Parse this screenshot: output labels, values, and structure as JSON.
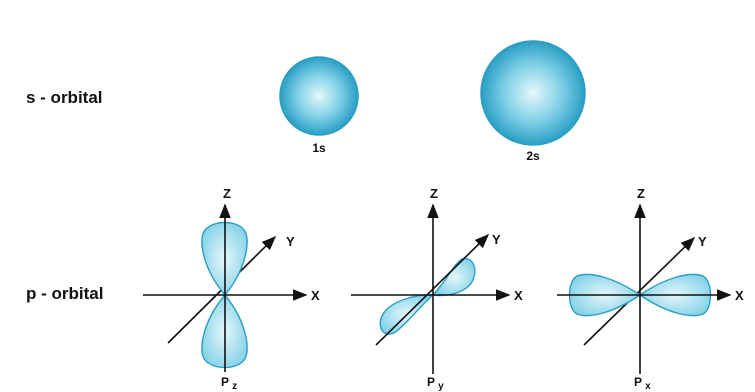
{
  "rows": {
    "s_label": "s - orbital",
    "p_label": "p - orbital"
  },
  "s_orbitals": [
    {
      "label": "1s"
    },
    {
      "label": "2s"
    }
  ],
  "p_orbitals": [
    {
      "label_main": "P",
      "label_sub": "z",
      "lobe_axis": "z"
    },
    {
      "label_main": "P",
      "label_sub": "y",
      "lobe_axis": "y"
    },
    {
      "label_main": "P",
      "label_sub": "x",
      "lobe_axis": "x"
    }
  ],
  "axes": {
    "z": "Z",
    "y": "Y",
    "x": "X"
  },
  "colors": {
    "orbital_light": "#e6f7fb",
    "orbital_mid": "#7fd0e6",
    "orbital_dark": "#2a9ec4",
    "axis": "#111111"
  }
}
